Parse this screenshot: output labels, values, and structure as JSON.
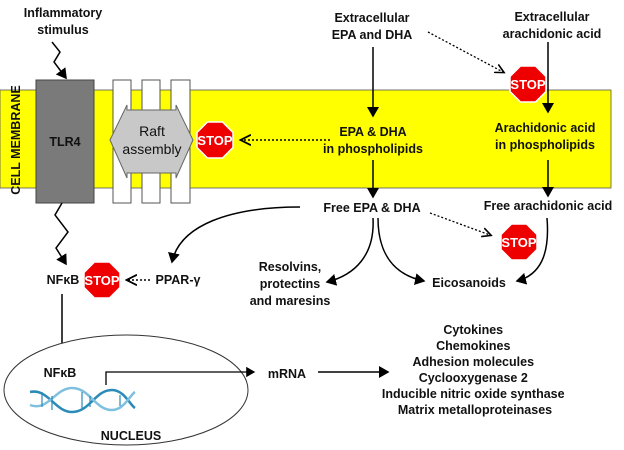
{
  "colors": {
    "membrane": "#ffff00",
    "tlr4": "#7a7a7a",
    "raft": "#c8c8c8",
    "stop": "#ee0000",
    "dna": "#2a8ab8"
  },
  "stimulus": [
    "Inflammatory",
    "stimulus"
  ],
  "membrane_label": "CELL MEMBRANE",
  "tlr4": "TLR4",
  "raft": [
    "Raft",
    "assembly"
  ],
  "stop": "STOP",
  "ext_epa": [
    "Extracellular",
    "EPA and DHA"
  ],
  "ext_aa": [
    "Extracellular",
    "arachidonic acid"
  ],
  "epa_pl": [
    "EPA & DHA",
    "in phospholipids"
  ],
  "aa_pl": [
    "Arachidonic acid",
    "in phospholipids"
  ],
  "free_epa": "Free EPA & DHA",
  "free_aa": "Free arachidonic acid",
  "resolvins": [
    "Resolvins,",
    "protectins",
    "and maresins"
  ],
  "eicosanoids": "Eicosanoids",
  "nfkb": "NFκB",
  "ppar": "PPAR-γ",
  "mrna": "mRNA",
  "nucleus": "NUCLEUS",
  "products": [
    "Cytokines",
    "Chemokines",
    "Adhesion molecules",
    "Cyclooxygenase 2",
    "Inducible nitric oxide synthase",
    "Matrix metalloproteinases"
  ]
}
